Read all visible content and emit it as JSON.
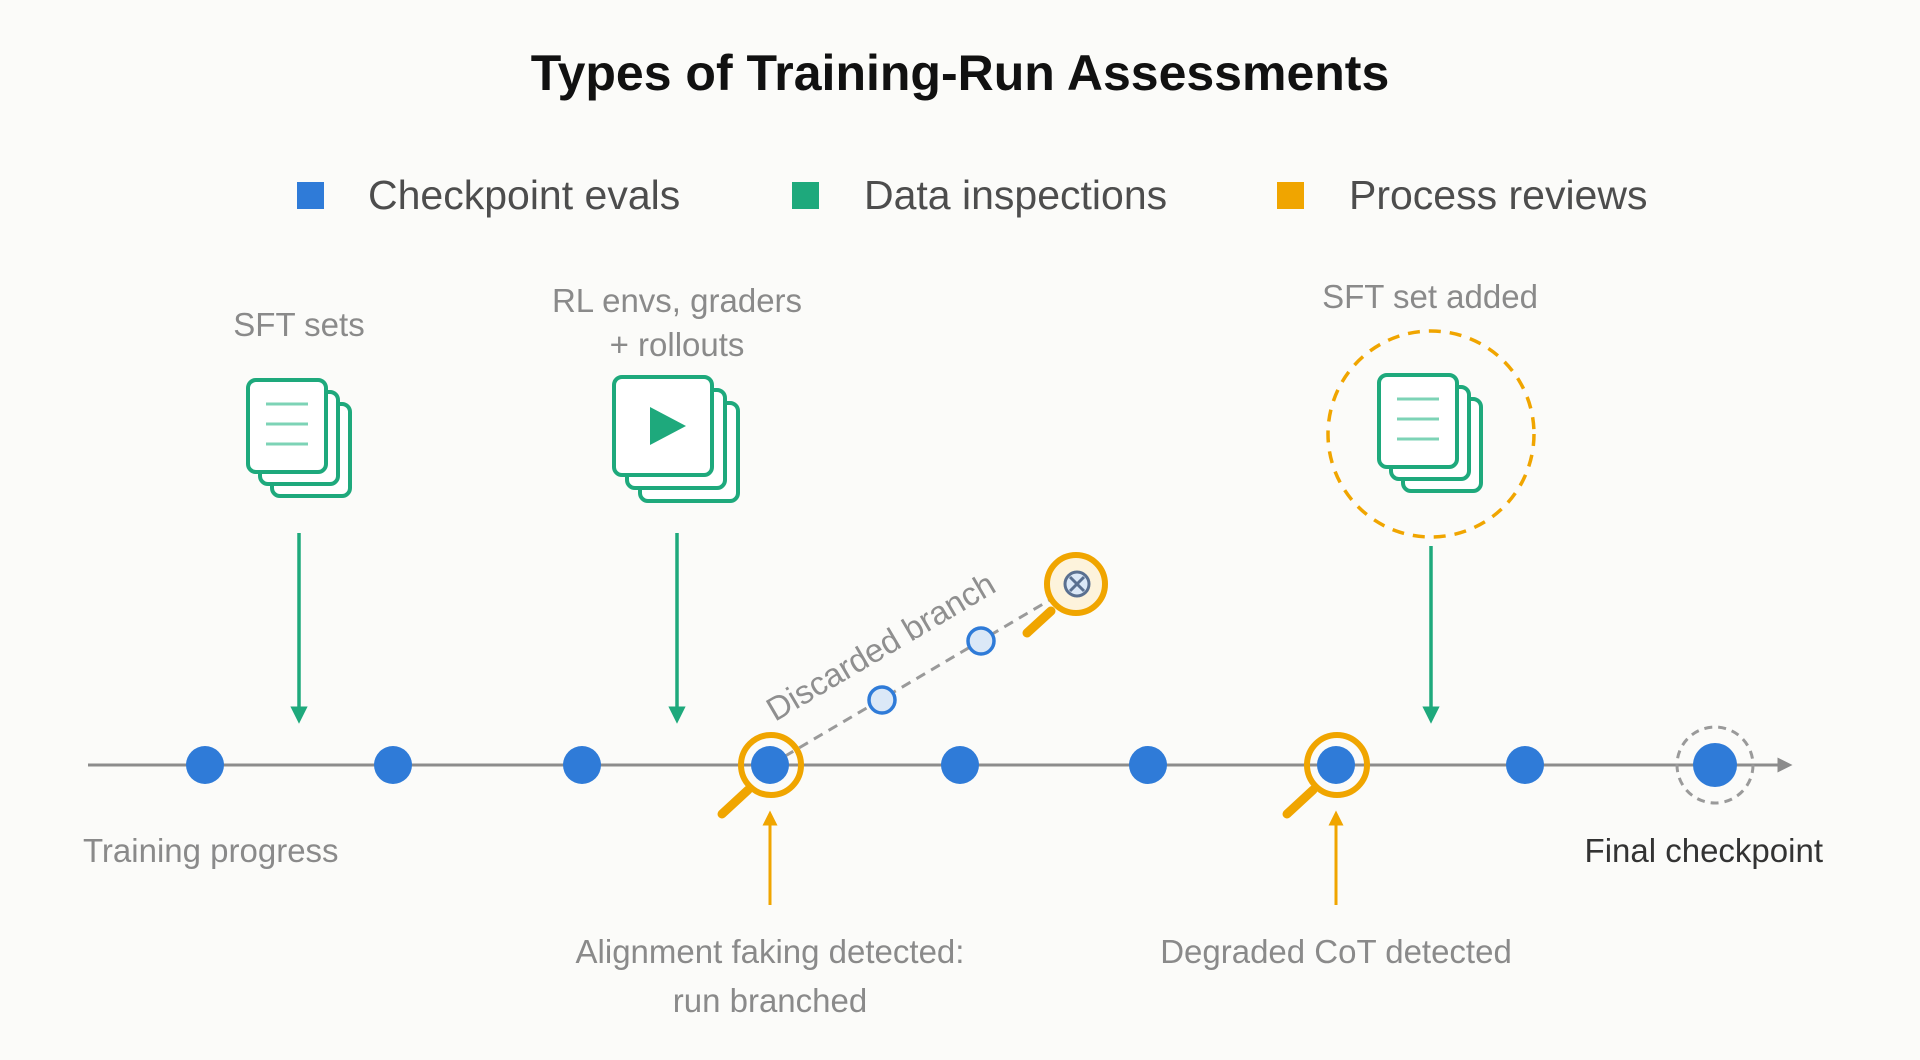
{
  "title": "Types of Training-Run Assessments",
  "legend": [
    {
      "label": "Checkpoint evals",
      "color": "#2f7bd8"
    },
    {
      "label": "Data inspections",
      "color": "#1ea97c"
    },
    {
      "label": "Process reviews",
      "color": "#f0a500"
    }
  ],
  "data_inspections": [
    {
      "label_lines": [
        "SFT sets"
      ],
      "icon": "document-stack-icon"
    },
    {
      "label_lines": [
        "RL envs, graders",
        "+ rollouts"
      ],
      "icon": "play-stack-icon"
    },
    {
      "label_lines": [
        "SFT set added"
      ],
      "icon": "document-stack-icon",
      "highlighted": true
    }
  ],
  "timeline": {
    "start_label": "Training progress",
    "end_label": "Final checkpoint",
    "checkpoint_count": 9
  },
  "process_reviews": [
    {
      "label_lines": [
        "Alignment faking detected:",
        "run branched"
      ]
    },
    {
      "label_lines": [
        "Degraded CoT detected"
      ]
    }
  ],
  "branch": {
    "label": "Discarded branch",
    "intermediate_checkpoints": 2,
    "end_marker": "x-circle-icon"
  },
  "colors": {
    "checkpoint_blue": "#2f7bd8",
    "data_green": "#1ea97c",
    "review_orange": "#f0a500",
    "axis_gray": "#8c8c8c"
  }
}
